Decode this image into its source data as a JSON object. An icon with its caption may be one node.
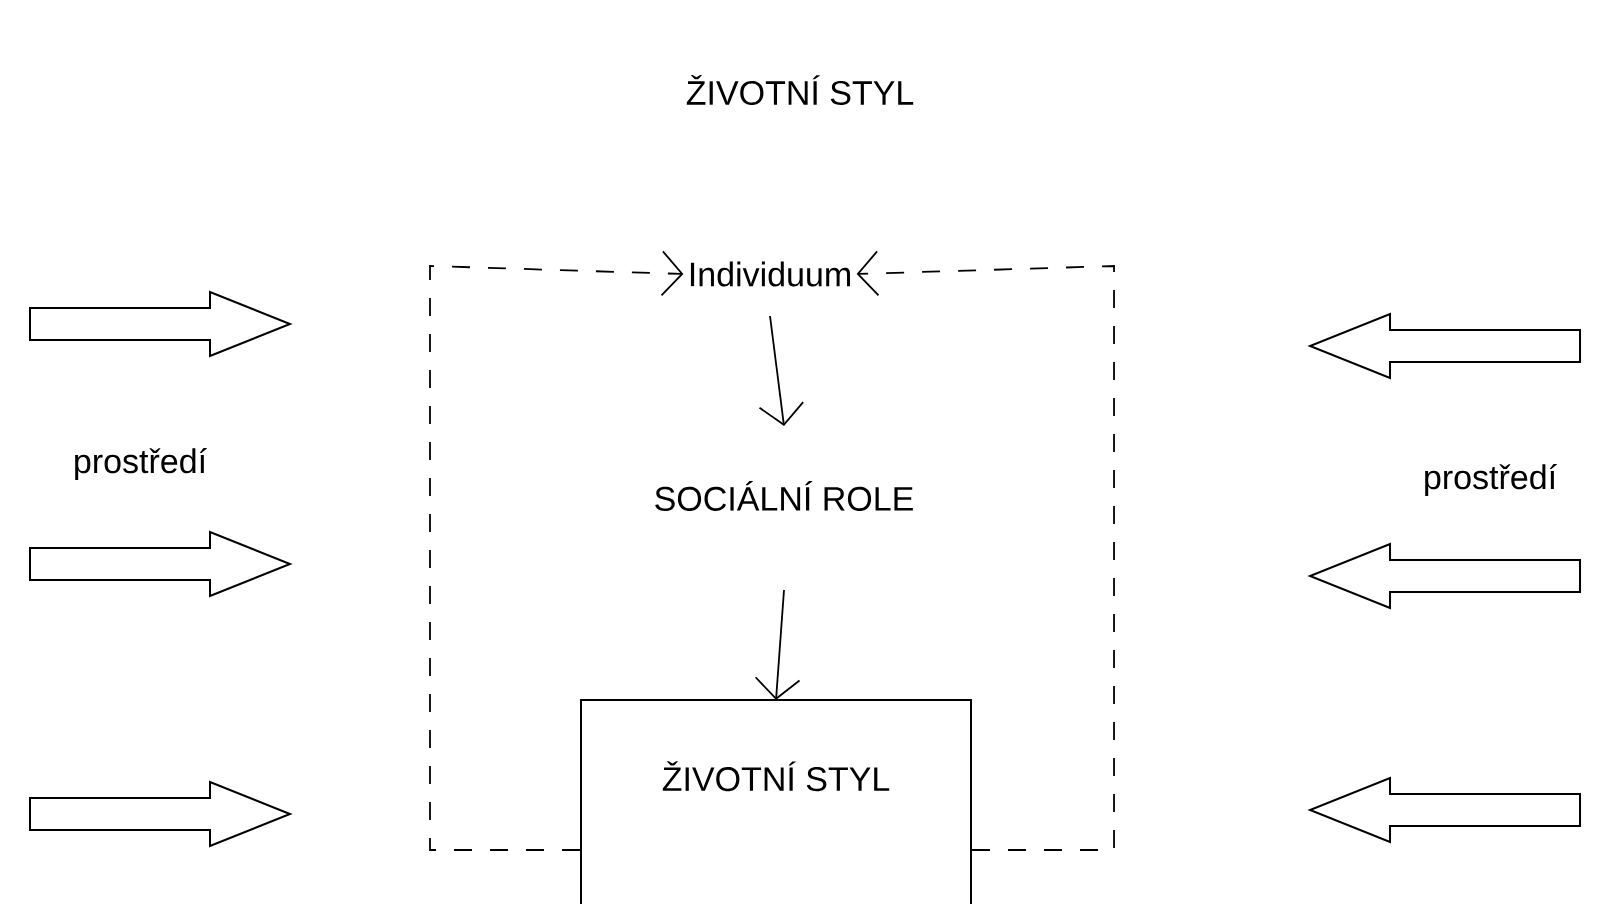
{
  "diagram": {
    "title": "ŽIVOTNÍ STYL",
    "nodes": [
      {
        "text": [
          "Individuum"
        ]
      },
      {
        "text": [
          "SOCIÁLNÍ ROLE"
        ]
      },
      {
        "text": [
          "ŽIVOTNÍ STYL"
        ]
      }
    ],
    "edges": [
      {
        "from": 0,
        "to": 1,
        "arrow": "to"
      },
      {
        "from": 1,
        "to": 2,
        "arrow": "to"
      },
      {
        "from": 2,
        "to": 0,
        "arrow": "to",
        "style": "dashed"
      },
      {
        "from": 2,
        "to": 0,
        "arrow": "to",
        "style": "dashed"
      }
    ],
    "labels": [
      "prostředí",
      "prostředí"
    ]
  }
}
